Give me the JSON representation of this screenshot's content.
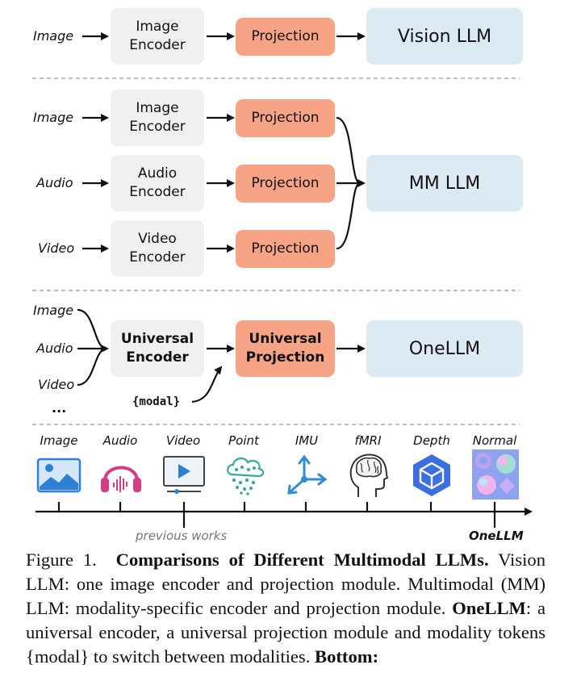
{
  "rows": {
    "vision": {
      "inputs": [
        "Image"
      ],
      "encoder": [
        "Image",
        "Encoder"
      ],
      "projection": "Projection",
      "llm": "Vision LLM"
    },
    "mm": {
      "inputs": [
        "Image",
        "Audio",
        "Video"
      ],
      "encoders": [
        [
          "Image",
          "Encoder"
        ],
        [
          "Audio",
          "Encoder"
        ],
        [
          "Video",
          "Encoder"
        ]
      ],
      "projection": "Projection",
      "llm": "MM LLM"
    },
    "one": {
      "inputs": [
        "Image",
        "Audio",
        "Video",
        "..."
      ],
      "encoder": [
        "Universal",
        "Encoder"
      ],
      "projection": [
        "Universal",
        "Projection"
      ],
      "llm": "OneLLM",
      "modal_token": "{modal}"
    }
  },
  "timeline": {
    "modalities": [
      "Image",
      "Audio",
      "Video",
      "Point",
      "IMU",
      "fMRI",
      "Depth",
      "Normal"
    ],
    "icons": [
      "image-icon",
      "audio-headphones-icon",
      "video-player-icon",
      "point-cloud-icon",
      "imu-axes-icon",
      "fmri-brain-icon",
      "depth-cube-icon",
      "normal-map-icon"
    ],
    "previous_label": "previous works",
    "onellm_label": "OneLLM"
  },
  "caption": {
    "figure_label": "Figure 1.",
    "title": "Comparisons of Different Multimodal LLMs.",
    "text1": " Vision LLM: one image encoder and projection module. Multimodal (MM) LLM: modality-specific encoder and projection module. ",
    "onellm": "OneLLM",
    "text2": ": a universal encoder, a universal projection module and modality tokens ",
    "modal": "{modal}",
    "text3": " to switch between modalities. ",
    "bottom": "Bottom:"
  },
  "colors": {
    "encoder": "#f0f0f0",
    "projection": "#f7a386",
    "llm": "#dceaf4",
    "icon_blue": "#2f7fd6",
    "icon_pink": "#d63c86",
    "icon_teal": "#3aa6a0"
  }
}
